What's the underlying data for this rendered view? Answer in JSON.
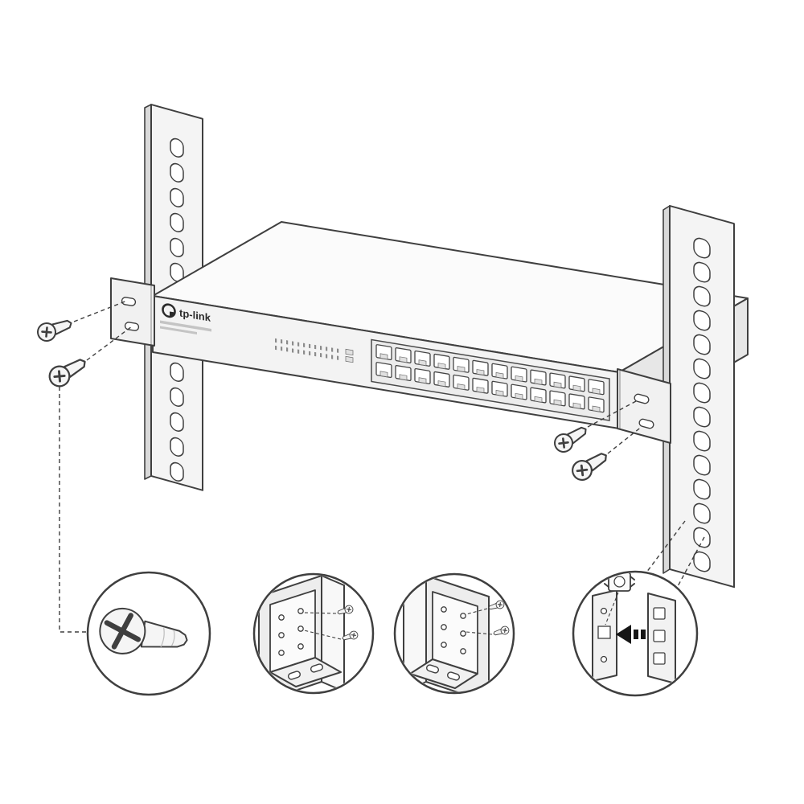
{
  "brand": {
    "label": "tp-link"
  },
  "rails": {
    "left": {
      "slot_count": 14
    },
    "right": {
      "slot_count": 14
    }
  },
  "switch": {
    "ports": {
      "rows": 2,
      "per_row": 12,
      "total": 24
    }
  },
  "colors": {
    "line": "#3f3f3f",
    "metal_fill": "#f4f4f4",
    "panel_fill": "#ececec",
    "background": "#ffffff"
  }
}
